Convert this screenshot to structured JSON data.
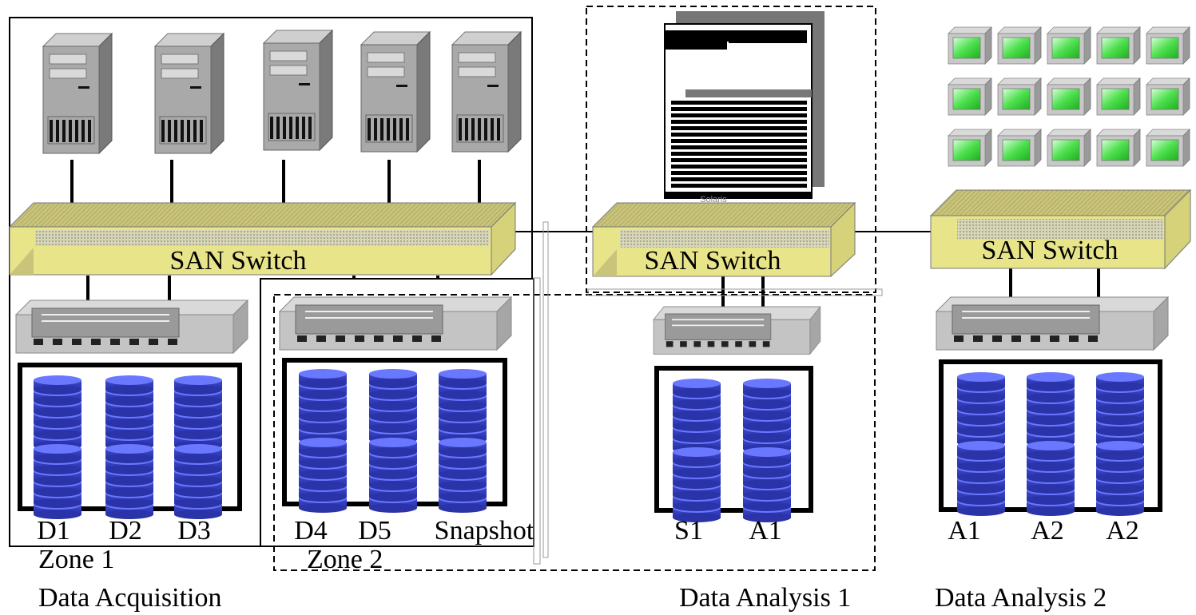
{
  "switches": [
    {
      "id": "san-switch-main",
      "label": "SAN Switch"
    },
    {
      "id": "san-switch-analysis-1",
      "label": "SAN Switch"
    },
    {
      "id": "san-switch-analysis-2",
      "label": "SAN Switch"
    }
  ],
  "storage_arrays": [
    {
      "id": "array-zone-1",
      "volumes": [
        "D1",
        "D2",
        "D3"
      ]
    },
    {
      "id": "array-zone-2",
      "volumes": [
        "D4",
        "D5",
        "Snapshot"
      ]
    },
    {
      "id": "array-analysis-1",
      "volumes": [
        "S1",
        "A1"
      ]
    },
    {
      "id": "array-analysis-2",
      "volumes": [
        "A1",
        "A2",
        "A2"
      ]
    }
  ],
  "zones": {
    "zone_1": "Zone 1",
    "zone_2": "Zone 2"
  },
  "groups": {
    "data_acquisition": "Data Acquisition",
    "data_analysis_1": "Data Analysis 1",
    "data_analysis_2": "Data Analysis 2"
  },
  "document_caption": "Solaris",
  "colors": {
    "switch_face": "#e8e48a",
    "switch_top": "#b9b465",
    "disk_blue": "#3c48cc",
    "disk_light": "#6a78ff",
    "screen_green": "#4ee04e",
    "server_gray": "#a9a9a9"
  }
}
